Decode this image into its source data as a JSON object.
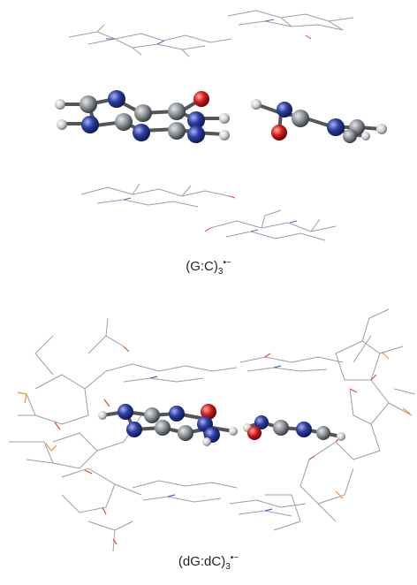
{
  "captions": {
    "top": {
      "base": "(G:C)",
      "sub": "3",
      "sup": "•−"
    },
    "bottom": {
      "base": "(dG:dC)",
      "sub": "3",
      "sup": "•−"
    }
  },
  "colors": {
    "carbon": "#8a8f96",
    "nitrogen": "#2b3da0",
    "oxygen": "#d81e1e",
    "hydrogen": "#d6d6d6",
    "wire_gray": "#9aa0a6",
    "wire_blue": "#5566c8",
    "wire_red": "#e04a2a",
    "wire_orange": "#e8962a"
  }
}
